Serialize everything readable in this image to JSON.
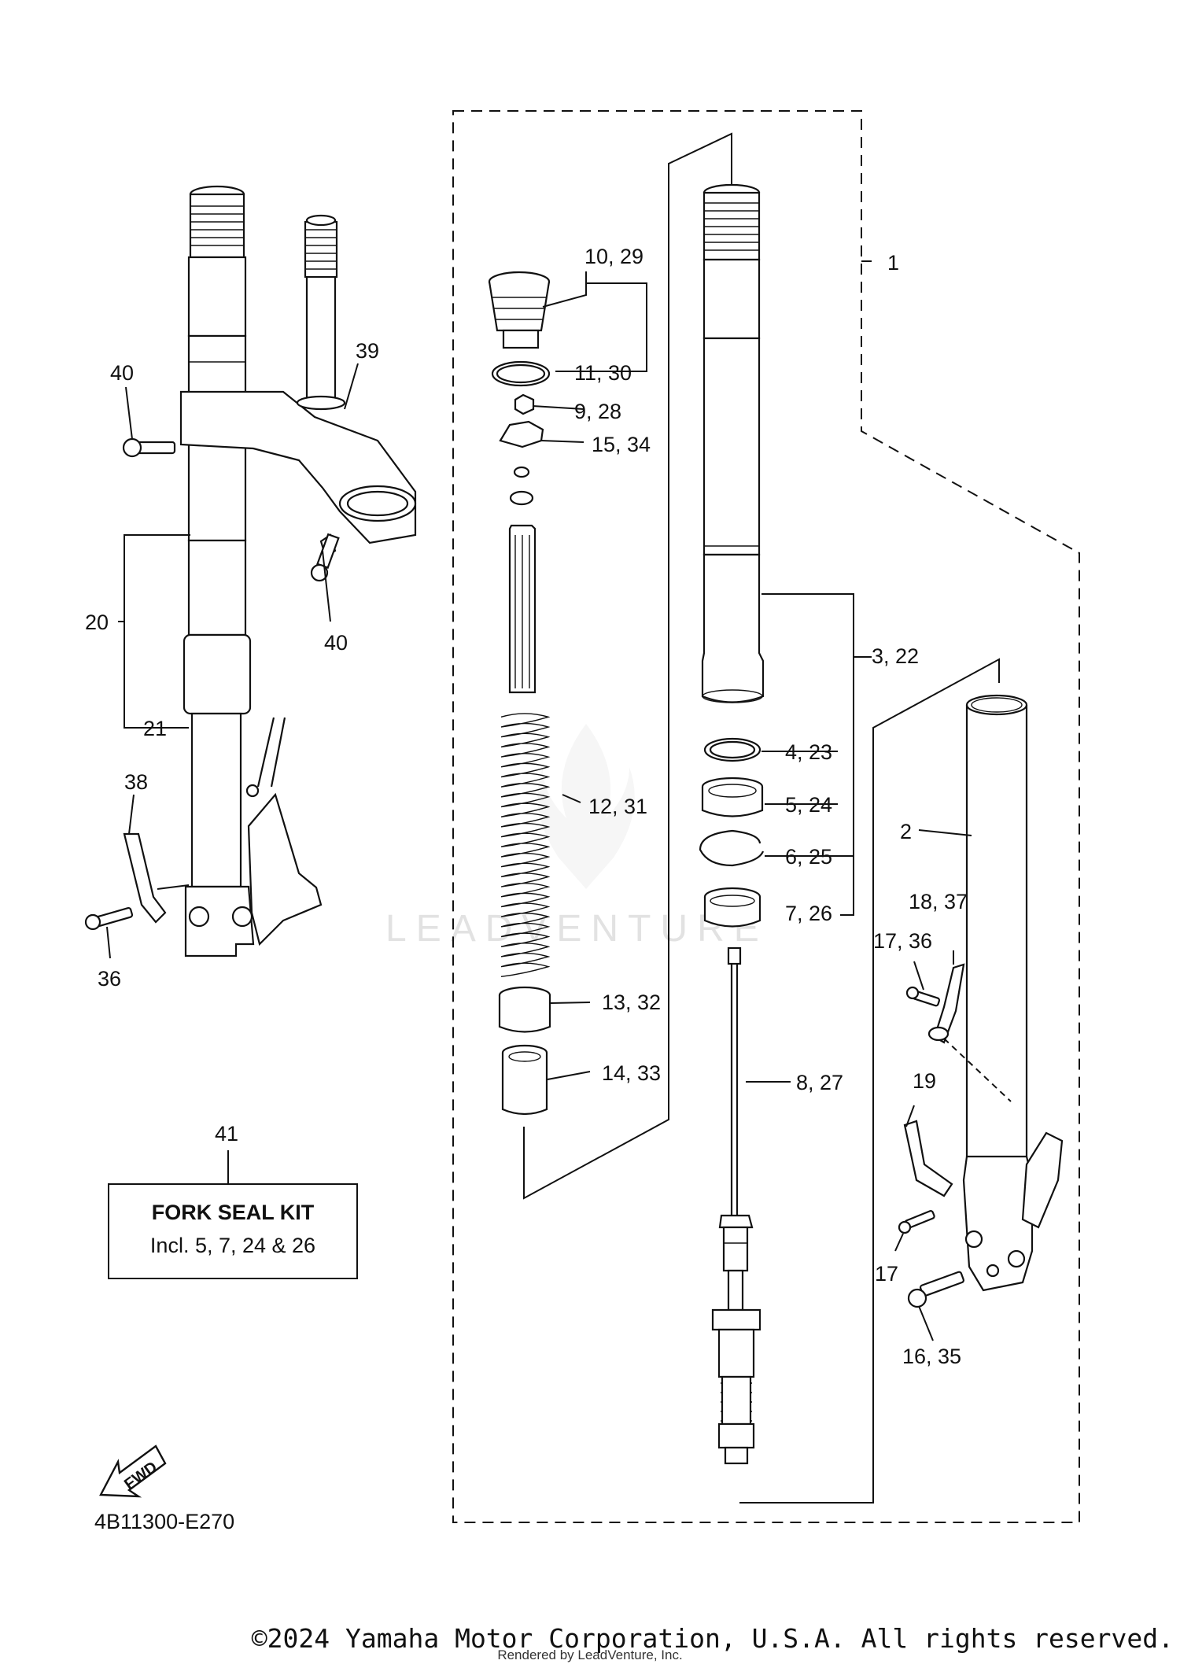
{
  "callouts": [
    {
      "id": "p1",
      "text": "1"
    },
    {
      "id": "p2",
      "text": "2"
    },
    {
      "id": "p3",
      "text": "3, 22"
    },
    {
      "id": "p4",
      "text": "4, 23"
    },
    {
      "id": "p5",
      "text": "5, 24"
    },
    {
      "id": "p6",
      "text": "6, 25"
    },
    {
      "id": "p7",
      "text": "7, 26"
    },
    {
      "id": "p8",
      "text": "8, 27"
    },
    {
      "id": "p9",
      "text": "9, 28"
    },
    {
      "id": "p10",
      "text": "10, 29"
    },
    {
      "id": "p11",
      "text": "11, 30"
    },
    {
      "id": "p12",
      "text": "12, 31"
    },
    {
      "id": "p13",
      "text": "13, 32"
    },
    {
      "id": "p14",
      "text": "14, 33"
    },
    {
      "id": "p15",
      "text": "15, 34"
    },
    {
      "id": "p16",
      "text": "16, 35"
    },
    {
      "id": "p17a",
      "text": "17, 36"
    },
    {
      "id": "p17b",
      "text": "17"
    },
    {
      "id": "p18",
      "text": "18, 37"
    },
    {
      "id": "p19",
      "text": "19"
    },
    {
      "id": "p20",
      "text": "20"
    },
    {
      "id": "p21",
      "text": "21"
    },
    {
      "id": "p36",
      "text": "36"
    },
    {
      "id": "p38",
      "text": "38"
    },
    {
      "id": "p39",
      "text": "39"
    },
    {
      "id": "p40a",
      "text": "40"
    },
    {
      "id": "p40b",
      "text": "40"
    },
    {
      "id": "p41",
      "text": "41"
    }
  ],
  "kit": {
    "title": "FORK SEAL KIT",
    "subtitle": "Incl. 5, 7, 24 & 26"
  },
  "fwd_label": "FWD",
  "diagram_code": "4B11300-E270",
  "watermark": "LEADVENTURE",
  "copyright": "©2024 Yamaha Motor Corporation, U.S.A. All rights reserved.",
  "rendered_by": "Rendered by LeadVenture, Inc."
}
